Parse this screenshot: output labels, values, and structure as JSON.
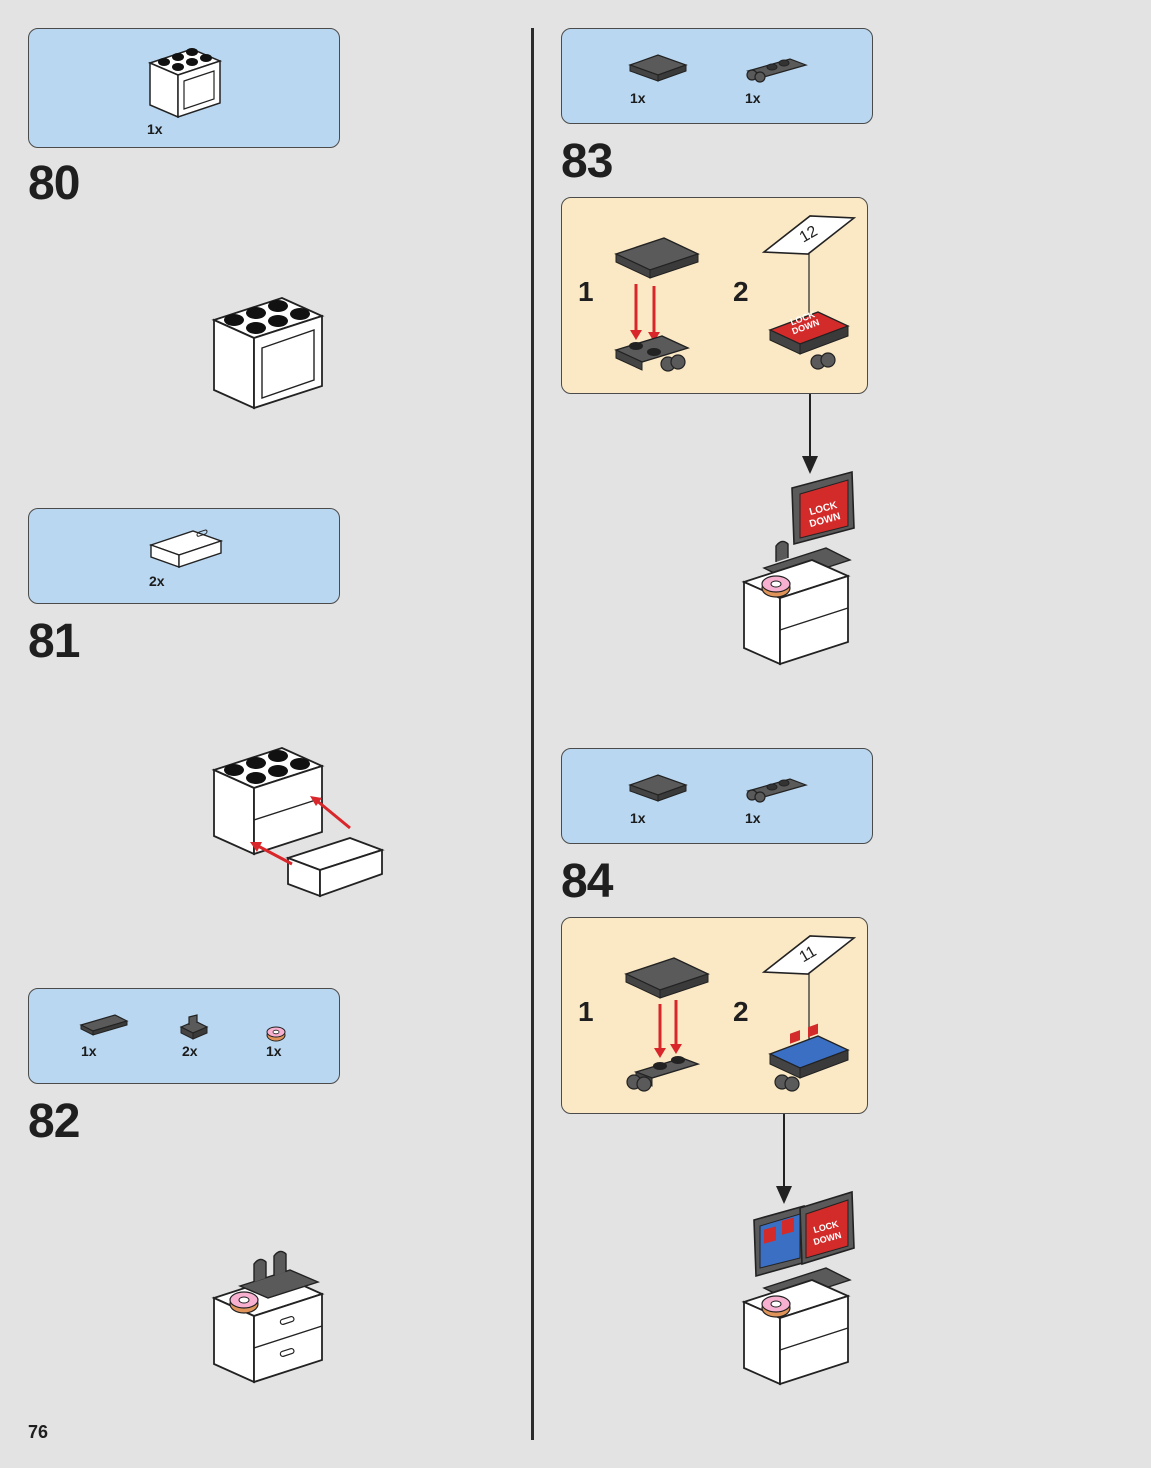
{
  "page": {
    "number": "76"
  },
  "steps": [
    {
      "number": "80",
      "parts": [
        {
          "qty": "1x",
          "icon": "white-brick-2x3-frame-icon"
        }
      ]
    },
    {
      "number": "81",
      "parts": [
        {
          "qty": "2x",
          "icon": "white-drawer-icon"
        }
      ]
    },
    {
      "number": "82",
      "parts": [
        {
          "qty": "1x",
          "icon": "dark-tile-grille-icon"
        },
        {
          "qty": "2x",
          "icon": "clip-plate-icon"
        },
        {
          "qty": "1x",
          "icon": "donut-icon"
        }
      ]
    },
    {
      "number": "83",
      "parts": [
        {
          "qty": "1x",
          "icon": "dark-tile-2x2-icon"
        },
        {
          "qty": "1x",
          "icon": "hinge-plate-icon"
        }
      ],
      "substeps": [
        {
          "label": "1"
        },
        {
          "label": "2",
          "sticker": "12",
          "screen_text": [
            "LOCK",
            "DOWN"
          ]
        }
      ]
    },
    {
      "number": "84",
      "parts": [
        {
          "qty": "1x",
          "icon": "dark-tile-2x2-icon"
        },
        {
          "qty": "1x",
          "icon": "hinge-plate-icon"
        }
      ],
      "substeps": [
        {
          "label": "1"
        },
        {
          "label": "2",
          "sticker": "11"
        }
      ]
    }
  ],
  "colors": {
    "parts_box": "#b9d7f1",
    "substep_box": "#fbe9c5",
    "arrow_red": "#d9262a",
    "dark_gray": "#5a5a5a",
    "screen_red": "#d32a2a"
  }
}
